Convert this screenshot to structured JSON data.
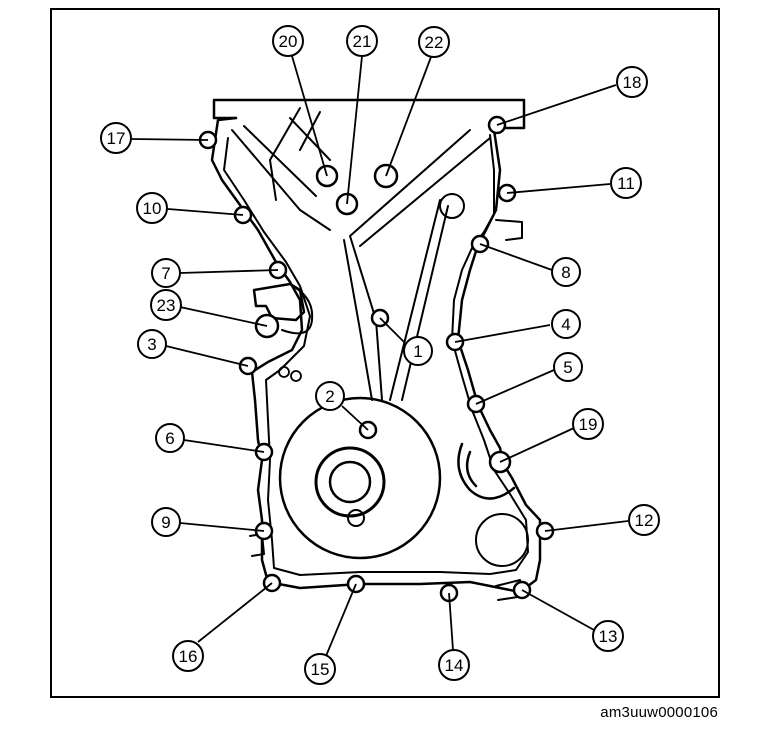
{
  "figure": {
    "code": "am3uuw0000106",
    "callouts": [
      "1",
      "2",
      "3",
      "4",
      "5",
      "6",
      "7",
      "8",
      "9",
      "10",
      "11",
      "12",
      "13",
      "14",
      "15",
      "16",
      "17",
      "18",
      "19",
      "20",
      "21",
      "22",
      "23"
    ]
  }
}
